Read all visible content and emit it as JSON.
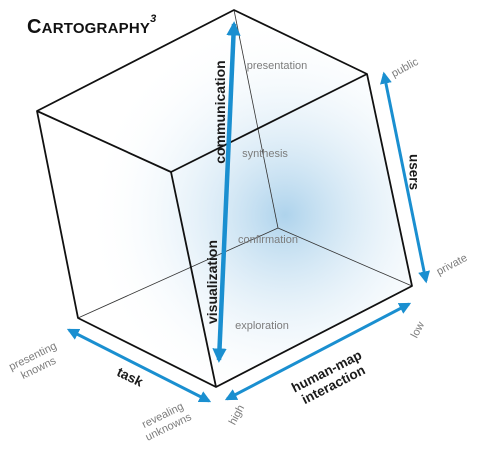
{
  "title": {
    "main": "C",
    "small_caps": "ARTOGRAPHY",
    "superscript": "3"
  },
  "axes": {
    "vertical": {
      "top_label": "communication",
      "bottom_label": "visualization"
    },
    "users": {
      "name": "users",
      "high_end": "public",
      "low_end": "private"
    },
    "task": {
      "name": "task",
      "end_a": "presenting knowns",
      "end_b": "revealing unknowns"
    },
    "interaction": {
      "name": "human-map interaction",
      "end_low": "low",
      "end_high": "high"
    }
  },
  "stages": [
    "presentation",
    "synthesis",
    "confirmation",
    "exploration"
  ],
  "colors": {
    "arrow": "#1a8fd0",
    "edge": "#111111",
    "label_gray": "#7c7c7c",
    "glow": "#aed3ec"
  }
}
